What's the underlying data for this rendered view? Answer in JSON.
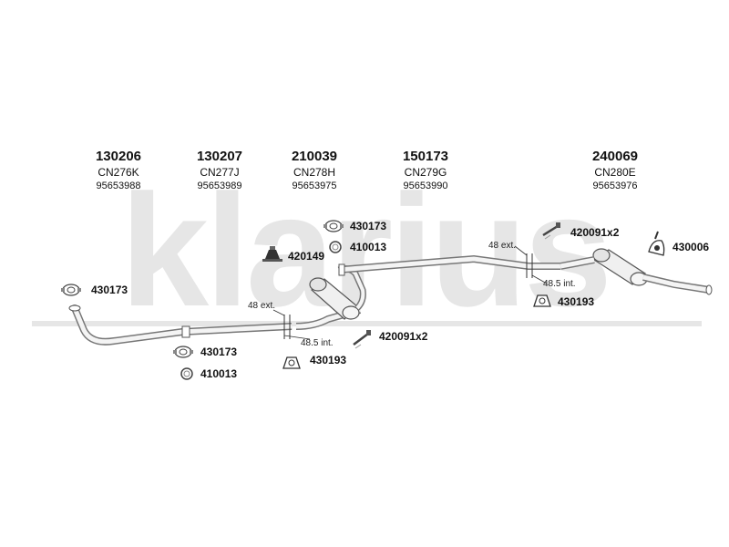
{
  "watermark": "klarius",
  "columns": [
    {
      "number": "130206",
      "cn": "CN276K",
      "oe": "95653988"
    },
    {
      "number": "130207",
      "cn": "CN277J",
      "oe": "95653989"
    },
    {
      "number": "210039",
      "cn": "CN278H",
      "oe": "95653975"
    },
    {
      "number": "150173",
      "cn": "CN279G",
      "oe": "95653990"
    },
    {
      "number": "240069",
      "cn": "CN280E",
      "oe": "95653976"
    }
  ],
  "parts": {
    "clamp_a": "430173",
    "clamp_b": "430173",
    "clamp_c": "430173",
    "ring_a": "410013",
    "ring_b": "410013",
    "hanger_a": "420149",
    "bolt_a": "420091x2",
    "bolt_b": "420091x2",
    "mount_a": "430193",
    "mount_b": "430193",
    "hanger_b": "430006"
  },
  "notes": {
    "ext_left": "48 ext.",
    "int_left": "48.5 int.",
    "ext_right": "48 ext.",
    "int_right": "48.5 int."
  }
}
